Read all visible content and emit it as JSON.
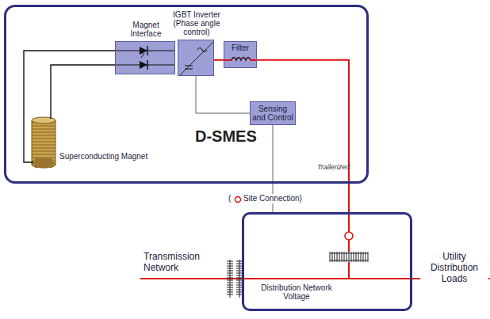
{
  "diagram": {
    "nodes": [
      {
        "text": [
          "D-SMES",
          "Trailerized"
        ]
      },
      {
        "text": [
          "Magnet Interface"
        ],
        "in": 0
      },
      {
        "text": [
          "IGBT Inverter (Phase angle control)"
        ],
        "in": 0
      },
      {
        "text": [
          "Filter"
        ],
        "in": 0
      },
      {
        "text": [
          "Sensing and Control"
        ],
        "in": 0
      },
      {
        "text": [
          "Distribution Network Voltage"
        ]
      }
    ],
    "edges": [
      {
        "from": 2,
        "to": 3,
        "arrow": "none"
      },
      {
        "from": 2,
        "to": 4,
        "arrow": "none"
      },
      {
        "from": 3,
        "to": 5,
        "arrow": "none"
      },
      {
        "from": 4,
        "to": 5,
        "arrow": "none"
      }
    ],
    "labels": [
      "Superconducting Magnet",
      "(",
      "Site Connection)",
      "Transmission Network",
      "Utility Distribution Loads"
    ]
  }
}
